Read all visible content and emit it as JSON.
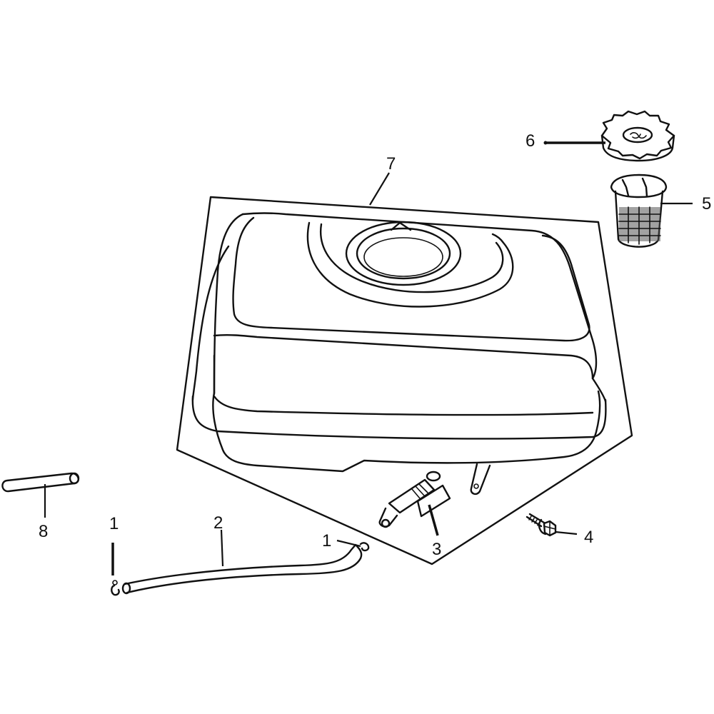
{
  "diagram": {
    "callouts": {
      "c1a": "1",
      "c1b": "1",
      "c2": "2",
      "c3": "3",
      "c4": "4",
      "c5": "5",
      "c6": "6",
      "c7": "7",
      "c8": "8"
    },
    "colors": {
      "line": "#111111",
      "background": "#ffffff"
    }
  }
}
